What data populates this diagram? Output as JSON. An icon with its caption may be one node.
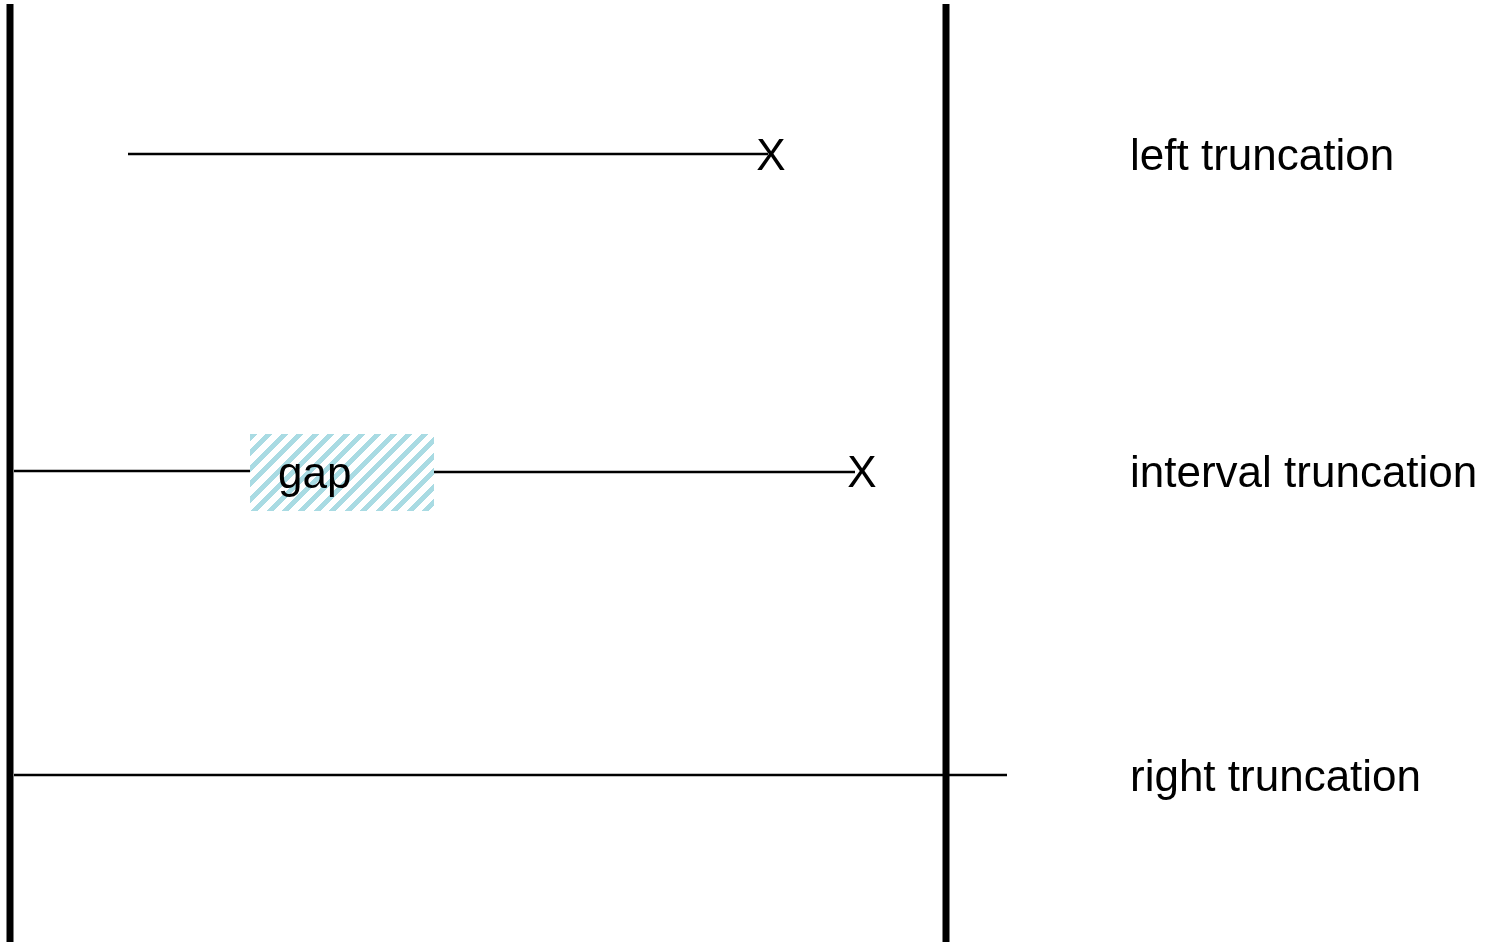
{
  "diagram": {
    "nodes": [
      {
        "text": [
          "gap"
        ]
      }
    ],
    "labels": [
      "X",
      "left truncation",
      "X",
      "interval truncation",
      "right truncation"
    ]
  }
}
